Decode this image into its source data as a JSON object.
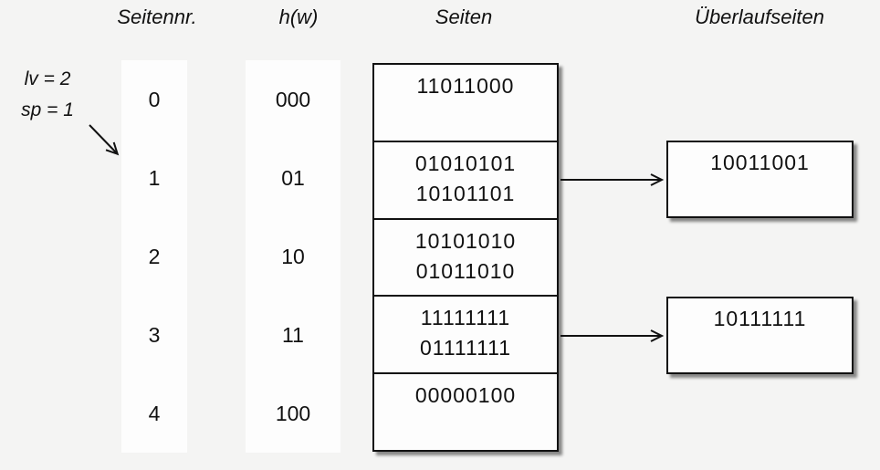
{
  "colors": {
    "background": "#f4f4f3",
    "surface": "#fdfdfd",
    "ink": "#111111"
  },
  "headers": {
    "col_seitennr": "Seitennr.",
    "col_hash": "h(w)",
    "col_seiten": "Seiten",
    "col_overflow": "Überlaufseiten"
  },
  "annotation": {
    "line1": "lv = 2",
    "line2": "sp = 1"
  },
  "rows": [
    {
      "nr": "0",
      "hash": "000",
      "values": [
        "11011000"
      ]
    },
    {
      "nr": "1",
      "hash": "01",
      "values": [
        "01010101",
        "10101101"
      ],
      "overflow": "10011001"
    },
    {
      "nr": "2",
      "hash": "10",
      "values": [
        "10101010",
        "01011010"
      ]
    },
    {
      "nr": "3",
      "hash": "11",
      "values": [
        "11111111",
        "01111111"
      ],
      "overflow": "10111111"
    },
    {
      "nr": "4",
      "hash": "100",
      "values": [
        "00000100"
      ]
    }
  ]
}
